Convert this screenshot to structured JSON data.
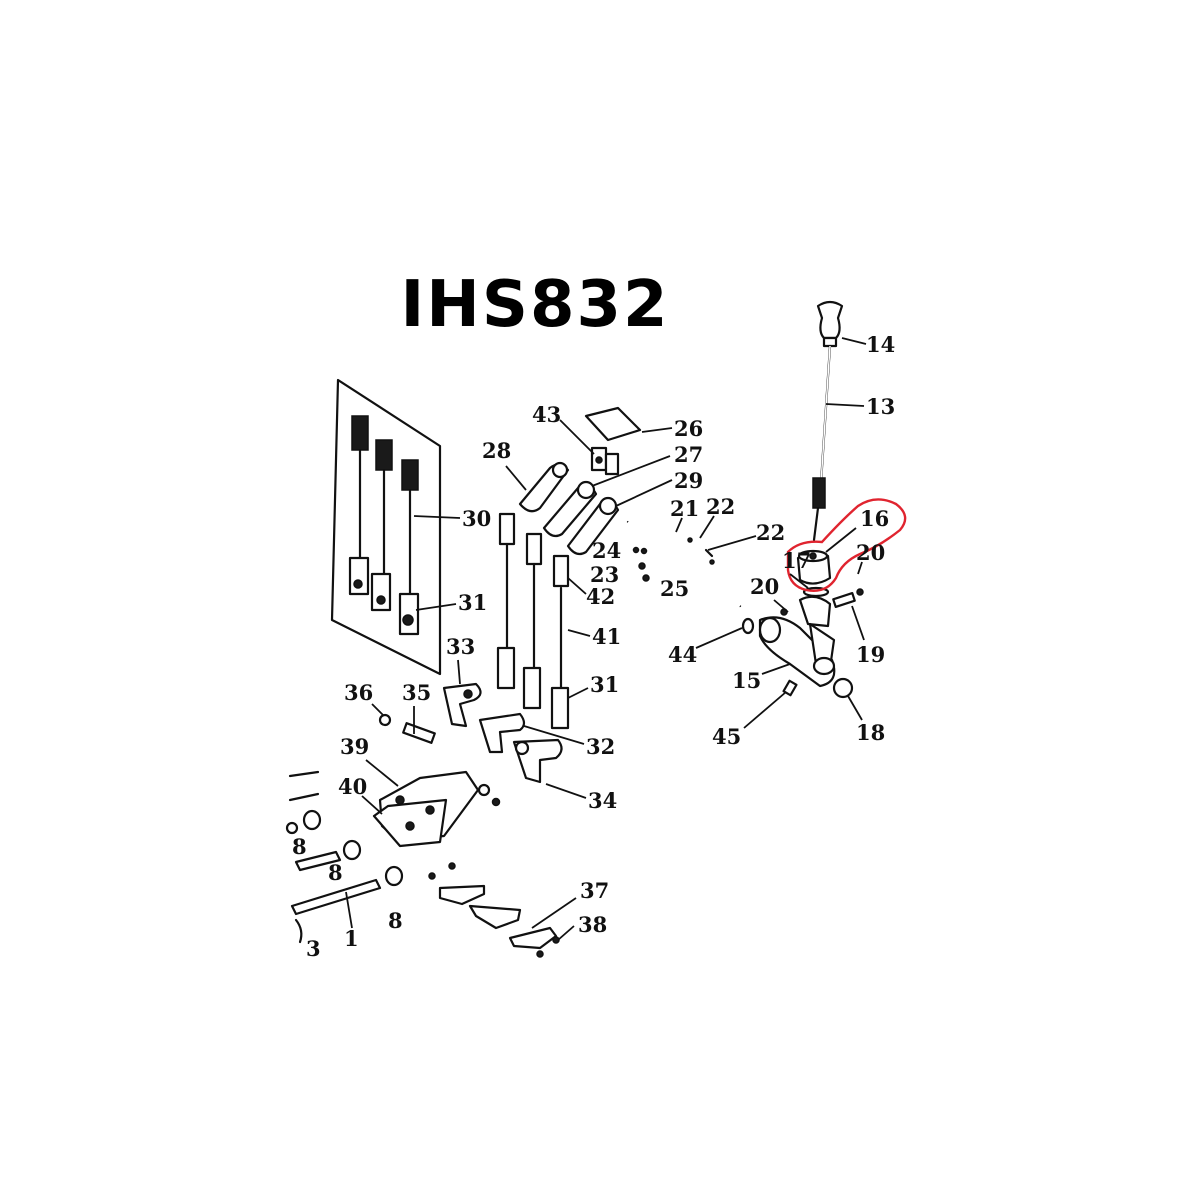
{
  "diagram": {
    "title": "IHS832",
    "highlight_color": "#e0242f",
    "part_labels": [
      "14",
      "13",
      "16",
      "20",
      "17",
      "20",
      "19",
      "15",
      "18",
      "45",
      "44",
      "22",
      "22",
      "21",
      "24",
      "23",
      "25",
      "43",
      "26",
      "28",
      "27",
      "29",
      "30",
      "31",
      "42",
      "41",
      "31",
      "33",
      "32",
      "34",
      "36",
      "35",
      "39",
      "40",
      "8",
      "8",
      "8",
      "1",
      "3",
      "37",
      "38"
    ]
  }
}
